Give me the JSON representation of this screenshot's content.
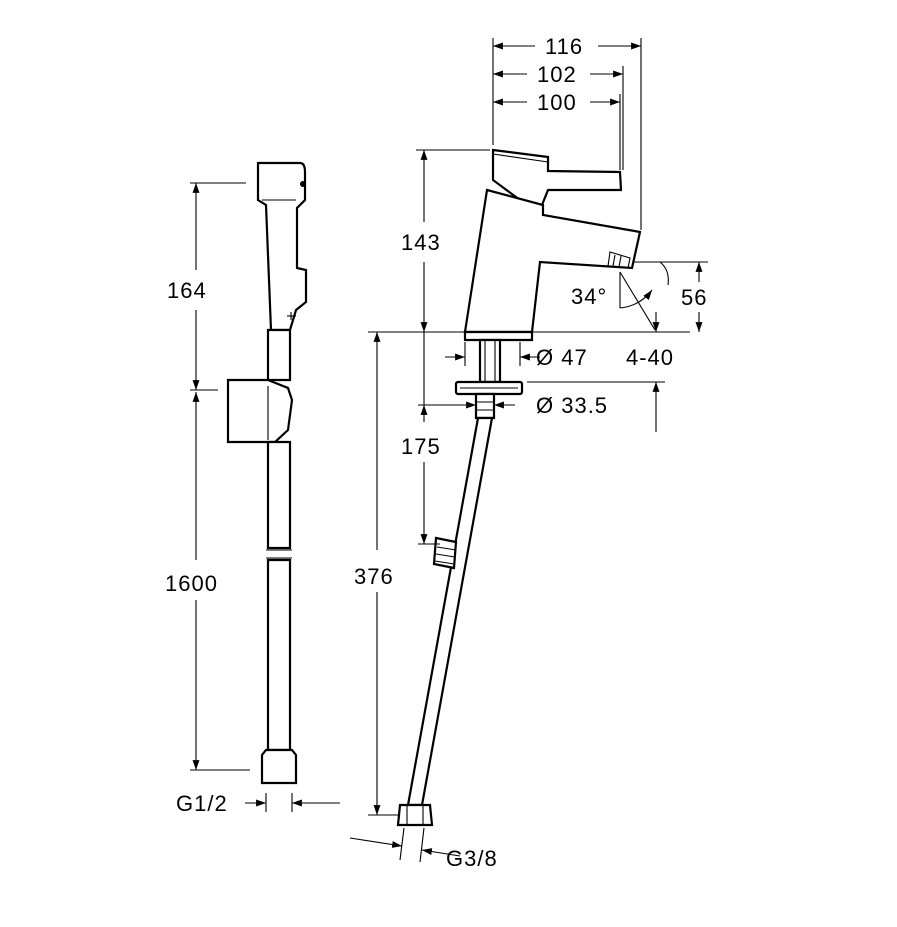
{
  "left_view": {
    "dimensions": {
      "shower_height": "164",
      "rail_length": "1600",
      "connection_thread": "G1/2"
    }
  },
  "right_view": {
    "dimensions": {
      "width_total": "116",
      "width_mid": "102",
      "width_spout": "100",
      "height_body": "143",
      "spout_height": "56",
      "lever_angle": "34°",
      "base_diameter": "Ø 47",
      "deck_range": "4-40",
      "shank_diameter": "Ø 33.5",
      "shank_length": "175",
      "hose_length": "376",
      "hose_thread": "G3/8"
    }
  }
}
